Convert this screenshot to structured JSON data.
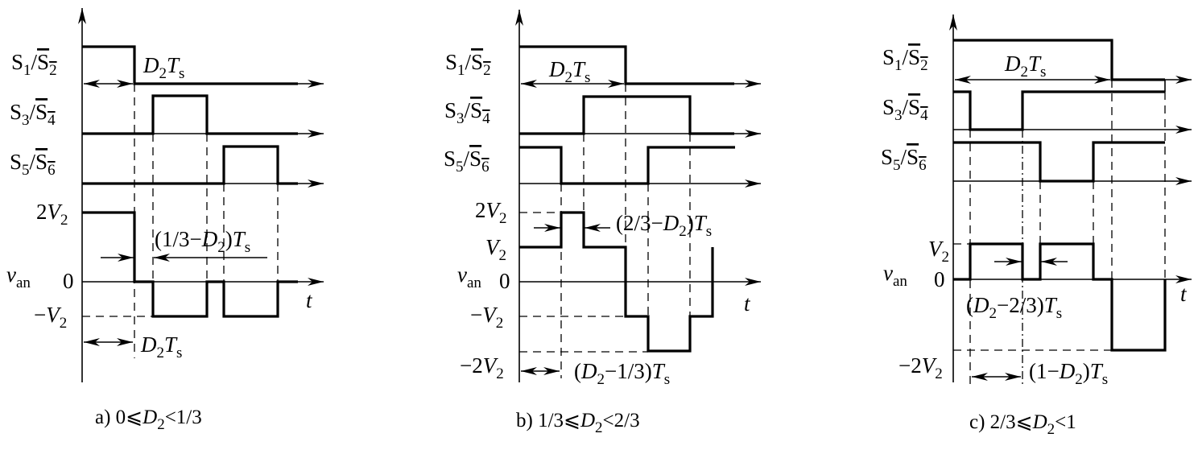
{
  "panels": [
    {
      "caption": [
        {
          "t": "a) 0⩽"
        },
        {
          "t": "D",
          "it": 1
        },
        {
          "t": "2",
          "sub": 1
        },
        {
          "t": "<1/3"
        }
      ],
      "labels": {
        "s12": [
          {
            "t": "S"
          },
          {
            "t": "1",
            "sub": 1
          },
          {
            "t": "/"
          },
          {
            "t": "S",
            "ov": 1
          },
          {
            "t": "2",
            "sub": 1,
            "ov": 1
          }
        ],
        "s34": [
          {
            "t": "S"
          },
          {
            "t": "3",
            "sub": 1
          },
          {
            "t": "/"
          },
          {
            "t": "S",
            "ov": 1
          },
          {
            "t": "4",
            "sub": 1,
            "ov": 1
          }
        ],
        "s56": [
          {
            "t": "S"
          },
          {
            "t": "5",
            "sub": 1
          },
          {
            "t": "/"
          },
          {
            "t": "S",
            "ov": 1
          },
          {
            "t": "6",
            "sub": 1,
            "ov": 1
          }
        ],
        "v2x2": [
          {
            "t": "2"
          },
          {
            "t": "V",
            "it": 1
          },
          {
            "t": "2",
            "sub": 1
          }
        ],
        "van": [
          {
            "t": "v",
            "it": 1
          },
          {
            "t": "an",
            "sub": 1
          }
        ],
        "zero": [
          {
            "t": "0"
          }
        ],
        "negv2": [
          {
            "t": "−"
          },
          {
            "t": "V",
            "it": 1
          },
          {
            "t": "2",
            "sub": 1
          }
        ],
        "t": [
          {
            "t": "t",
            "it": 1
          }
        ],
        "d2ts_top": [
          {
            "t": "D",
            "it": 1
          },
          {
            "t": "2",
            "sub": 1
          },
          {
            "t": "T",
            "it": 1
          },
          {
            "t": "s",
            "sub": 1
          }
        ],
        "interval": [
          {
            "t": "(1/3−"
          },
          {
            "t": "D",
            "it": 1
          },
          {
            "t": "2",
            "sub": 1
          },
          {
            "t": ")"
          },
          {
            "t": "T",
            "it": 1
          },
          {
            "t": "s",
            "sub": 1
          }
        ],
        "d2ts_bottom": [
          {
            "t": "D",
            "it": 1
          },
          {
            "t": "2",
            "sub": 1
          },
          {
            "t": "T",
            "it": 1
          },
          {
            "t": "s",
            "sub": 1
          }
        ]
      }
    },
    {
      "caption": [
        {
          "t": "b) 1/3⩽"
        },
        {
          "t": "D",
          "it": 1
        },
        {
          "t": "2",
          "sub": 1
        },
        {
          "t": "<2/3"
        }
      ],
      "labels": {
        "s12": [
          {
            "t": "S"
          },
          {
            "t": "1",
            "sub": 1
          },
          {
            "t": "/"
          },
          {
            "t": "S",
            "ov": 1
          },
          {
            "t": "2",
            "sub": 1,
            "ov": 1
          }
        ],
        "s34": [
          {
            "t": "S"
          },
          {
            "t": "3",
            "sub": 1
          },
          {
            "t": "/"
          },
          {
            "t": "S",
            "ov": 1
          },
          {
            "t": "4",
            "sub": 1,
            "ov": 1
          }
        ],
        "s56": [
          {
            "t": "S"
          },
          {
            "t": "5",
            "sub": 1
          },
          {
            "t": "/"
          },
          {
            "t": "S",
            "ov": 1
          },
          {
            "t": "6",
            "sub": 1,
            "ov": 1
          }
        ],
        "v2x2": [
          {
            "t": "2"
          },
          {
            "t": "V",
            "it": 1
          },
          {
            "t": "2",
            "sub": 1
          }
        ],
        "v2": [
          {
            "t": "V",
            "it": 1
          },
          {
            "t": "2",
            "sub": 1
          }
        ],
        "van": [
          {
            "t": "v",
            "it": 1
          },
          {
            "t": "an",
            "sub": 1
          }
        ],
        "zero": [
          {
            "t": "0"
          }
        ],
        "negv2": [
          {
            "t": "−"
          },
          {
            "t": "V",
            "it": 1
          },
          {
            "t": "2",
            "sub": 1
          }
        ],
        "neg2v2": [
          {
            "t": "−2"
          },
          {
            "t": "V",
            "it": 1
          },
          {
            "t": "2",
            "sub": 1
          }
        ],
        "t": [
          {
            "t": "t",
            "it": 1
          }
        ],
        "d2ts_top": [
          {
            "t": "D",
            "it": 1
          },
          {
            "t": "2",
            "sub": 1
          },
          {
            "t": "T",
            "it": 1
          },
          {
            "t": "s",
            "sub": 1
          }
        ],
        "interval1": [
          {
            "t": "(2/3−"
          },
          {
            "t": "D",
            "it": 1
          },
          {
            "t": "2",
            "sub": 1
          },
          {
            "t": ")"
          },
          {
            "t": "T",
            "it": 1
          },
          {
            "t": "s",
            "sub": 1
          }
        ],
        "interval2": [
          {
            "t": "("
          },
          {
            "t": "D",
            "it": 1
          },
          {
            "t": "2",
            "sub": 1
          },
          {
            "t": "−1/3)"
          },
          {
            "t": "T",
            "it": 1
          },
          {
            "t": "s",
            "sub": 1
          }
        ]
      }
    },
    {
      "caption": [
        {
          "t": "c) 2/3⩽"
        },
        {
          "t": "D",
          "it": 1
        },
        {
          "t": "2",
          "sub": 1
        },
        {
          "t": "<1"
        }
      ],
      "labels": {
        "s12": [
          {
            "t": "S"
          },
          {
            "t": "1",
            "sub": 1
          },
          {
            "t": "/"
          },
          {
            "t": "S",
            "ov": 1
          },
          {
            "t": "2",
            "sub": 1,
            "ov": 1
          }
        ],
        "s34": [
          {
            "t": "S"
          },
          {
            "t": "3",
            "sub": 1
          },
          {
            "t": "/"
          },
          {
            "t": "S",
            "ov": 1
          },
          {
            "t": "4",
            "sub": 1,
            "ov": 1
          }
        ],
        "s56": [
          {
            "t": "S"
          },
          {
            "t": "5",
            "sub": 1
          },
          {
            "t": "/"
          },
          {
            "t": "S",
            "ov": 1
          },
          {
            "t": "6",
            "sub": 1,
            "ov": 1
          }
        ],
        "v2": [
          {
            "t": "V",
            "it": 1
          },
          {
            "t": "2",
            "sub": 1
          }
        ],
        "van": [
          {
            "t": "v",
            "it": 1
          },
          {
            "t": "an",
            "sub": 1
          }
        ],
        "zero": [
          {
            "t": "0"
          }
        ],
        "neg2v2": [
          {
            "t": "−2"
          },
          {
            "t": "V",
            "it": 1
          },
          {
            "t": "2",
            "sub": 1
          }
        ],
        "t": [
          {
            "t": "t",
            "it": 1
          }
        ],
        "d2ts_top": [
          {
            "t": "D",
            "it": 1
          },
          {
            "t": "2",
            "sub": 1
          },
          {
            "t": "T",
            "it": 1
          },
          {
            "t": "s",
            "sub": 1
          }
        ],
        "interval1": [
          {
            "t": "("
          },
          {
            "t": "D",
            "it": 1
          },
          {
            "t": "2",
            "sub": 1
          },
          {
            "t": "−2/3)"
          },
          {
            "t": "T",
            "it": 1
          },
          {
            "t": "s",
            "sub": 1
          }
        ],
        "interval2": [
          {
            "t": "(1−"
          },
          {
            "t": "D",
            "it": 1
          },
          {
            "t": "2",
            "sub": 1
          },
          {
            "t": ")"
          },
          {
            "t": "T",
            "it": 1
          },
          {
            "t": "s",
            "sub": 1
          }
        ]
      }
    }
  ]
}
